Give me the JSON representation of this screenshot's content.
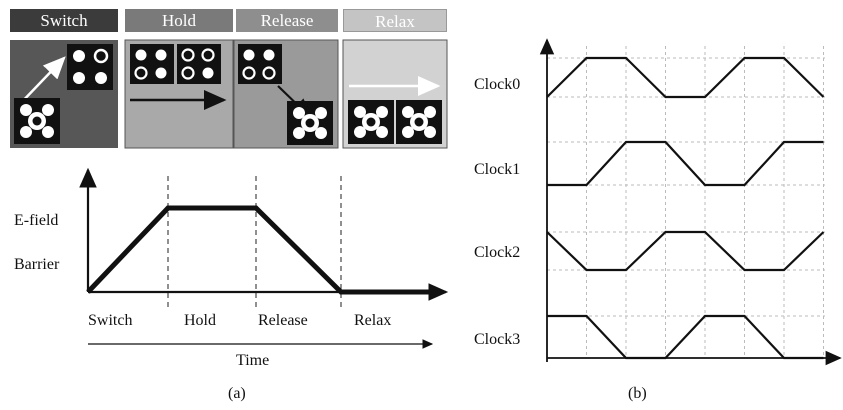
{
  "panel_a": {
    "phase_headers": [
      "Switch",
      "Hold",
      "Release",
      "Relax"
    ],
    "colors": {
      "header_switch": "#3b3b3b",
      "header_hold": "#7a7a7a",
      "header_release": "#8e8e8e",
      "header_relax": "#c4c4c4",
      "box_switch": "#575757",
      "box_hold": "#a9a9a9",
      "box_release": "#9a9a9a",
      "box_relax": "#d2d2d2"
    },
    "y_labels": [
      "E-field",
      "Barrier"
    ],
    "phase_labels": [
      "Switch",
      "Hold",
      "Release",
      "Relax"
    ],
    "time_label": "Time",
    "caption": "(a)"
  },
  "panel_b": {
    "clock_labels": [
      "Clock0",
      "Clock1",
      "Clock2",
      "Clock3"
    ],
    "caption": "(b)"
  },
  "chart_data": {
    "type": "line",
    "title": "",
    "xlabel": "",
    "ylabel": "",
    "description_of_signals": "four trapezoidal clock signals, each phase-shifted by one quarter period",
    "x": [
      0,
      1,
      2,
      3,
      4,
      5,
      6,
      7,
      8,
      9,
      10
    ],
    "series": [
      {
        "name": "Clock0",
        "values": [
          0,
          1,
          1,
          0,
          0,
          1,
          1,
          0,
          null,
          null,
          null
        ]
      },
      {
        "name": "Clock1",
        "values": [
          0,
          0,
          1,
          1,
          0,
          0,
          1,
          1,
          null,
          null,
          null
        ]
      },
      {
        "name": "Clock2",
        "values": [
          1,
          0,
          0,
          1,
          1,
          0,
          0,
          1,
          null,
          null,
          null
        ]
      },
      {
        "name": "Clock3",
        "values": [
          1,
          1,
          0,
          0,
          1,
          1,
          0,
          0,
          null,
          null,
          null
        ]
      }
    ],
    "grid": true
  }
}
